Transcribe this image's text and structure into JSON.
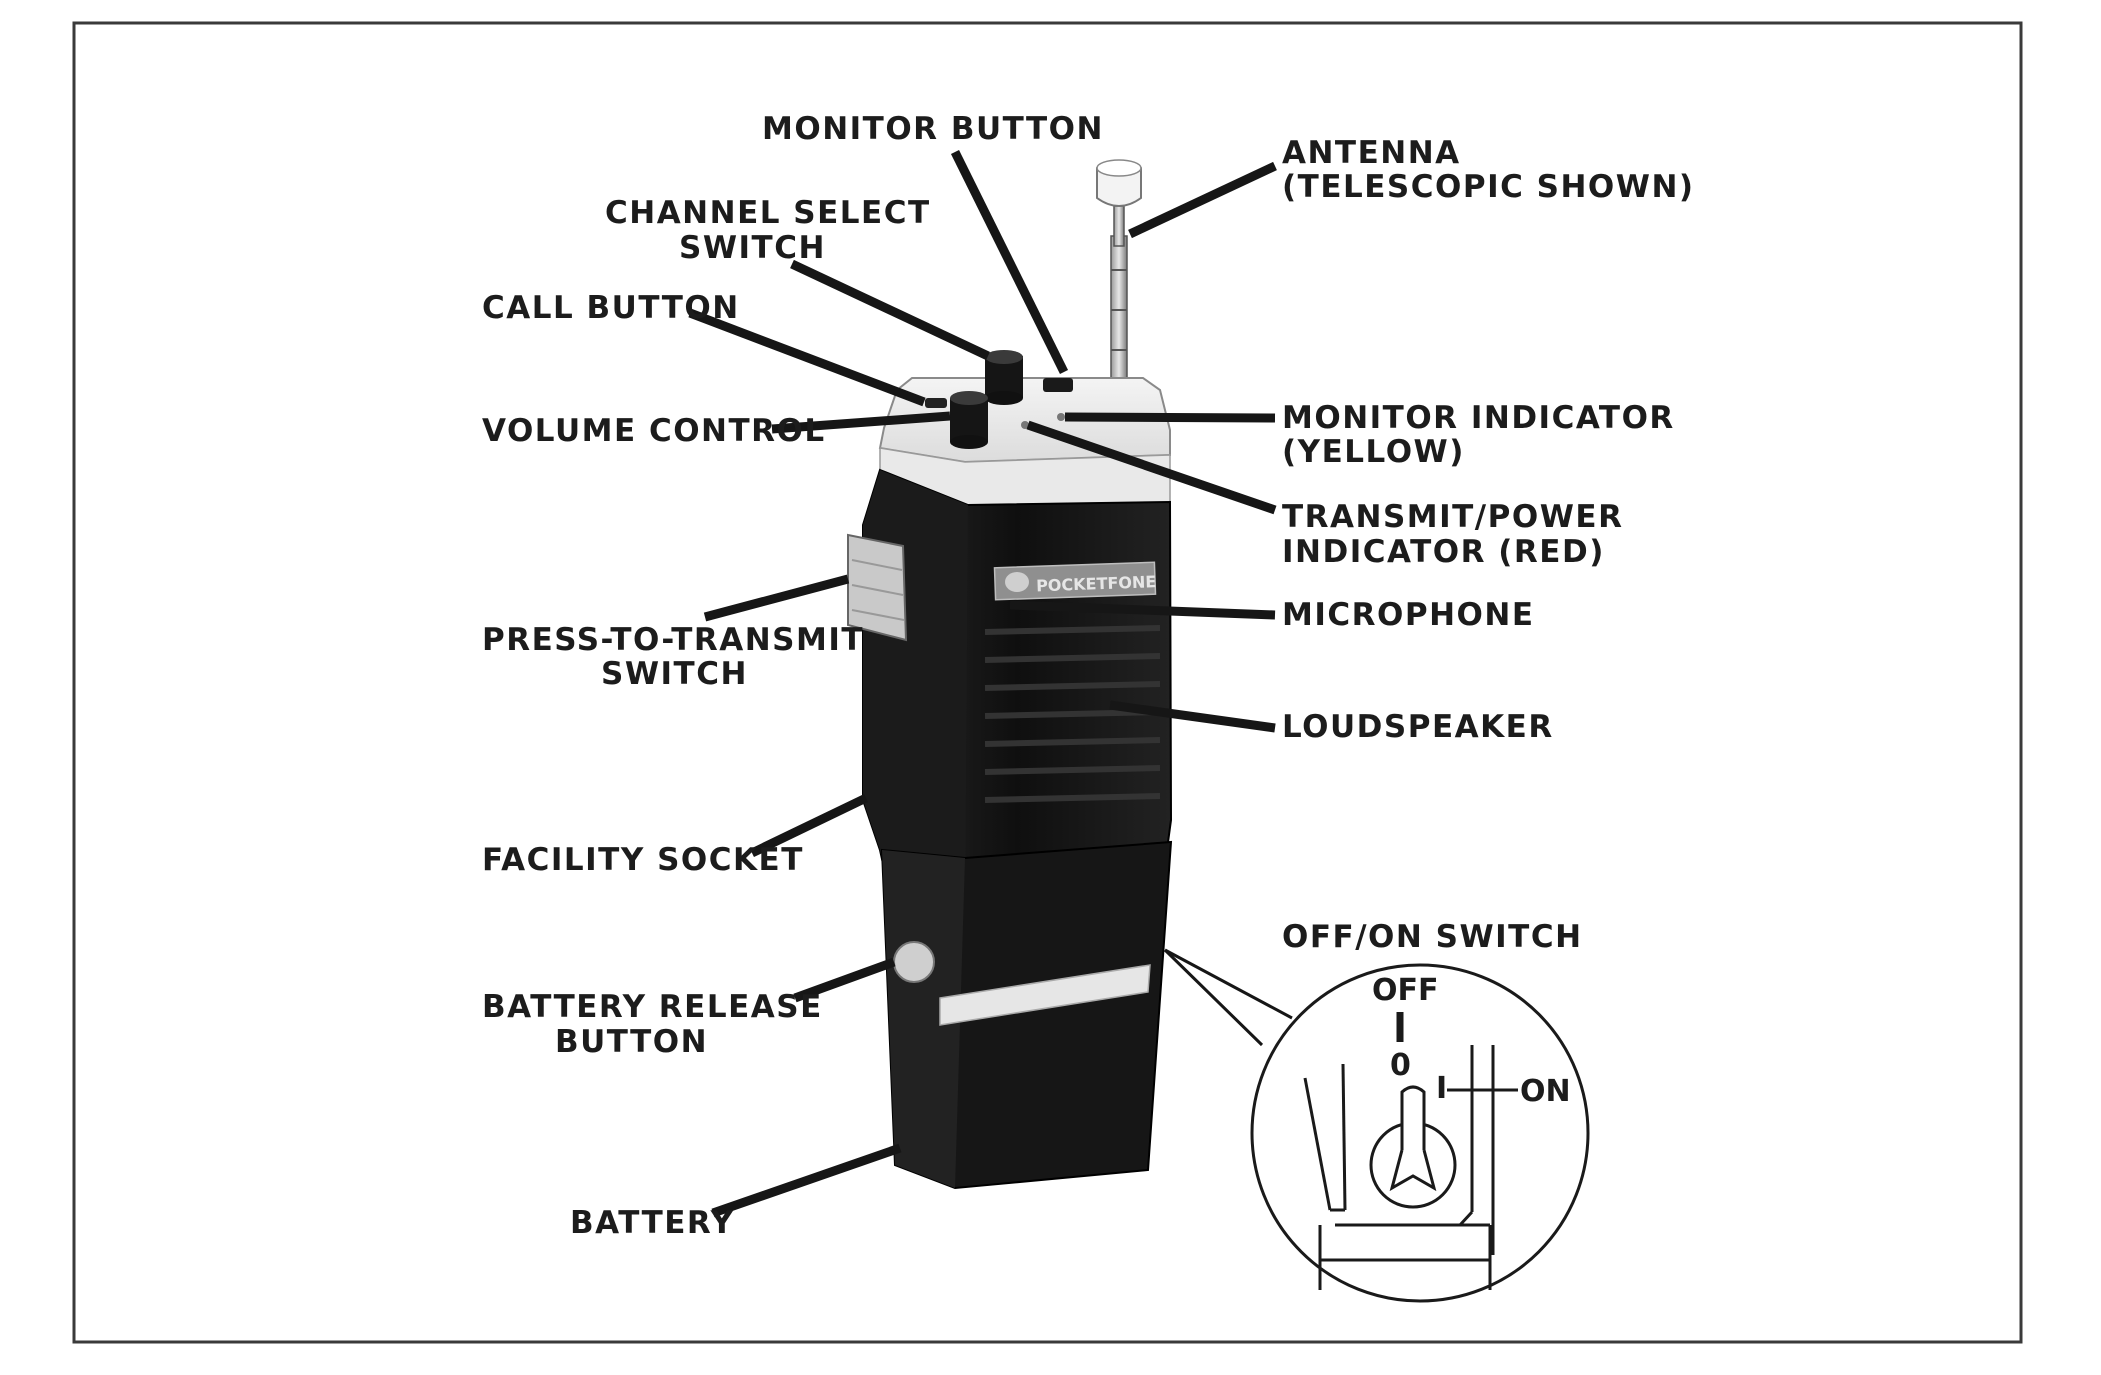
{
  "labels": {
    "monitor_button": "MONITOR BUTTON",
    "antenna_line1": "ANTENNA",
    "antenna_line2": "(TELESCOPIC SHOWN)",
    "channel_select_line1": "CHANNEL SELECT",
    "channel_select_line2": "SWITCH",
    "call_button": "CALL BUTTON",
    "volume_control": "VOLUME CONTROL",
    "monitor_indicator_line1": "MONITOR INDICATOR",
    "monitor_indicator_line2": "(YELLOW)",
    "transmit_power_line1": "TRANSMIT/POWER",
    "transmit_power_line2": "INDICATOR (RED)",
    "microphone": "MICROPHONE",
    "press_to_transmit_line1": "PRESS-TO-TRANSMIT",
    "press_to_transmit_line2": "SWITCH",
    "loudspeaker": "LOUDSPEAKER",
    "facility_socket": "FACILITY SOCKET",
    "off_on_switch": "OFF/ON SWITCH",
    "battery_release_line1": "BATTERY RELEASE",
    "battery_release_line2": "BUTTON",
    "battery": "BATTERY"
  },
  "switch_inset": {
    "off": "OFF",
    "zero": "0",
    "one": "I",
    "on": "ON"
  },
  "device": {
    "brand": "POCKETFONE"
  }
}
